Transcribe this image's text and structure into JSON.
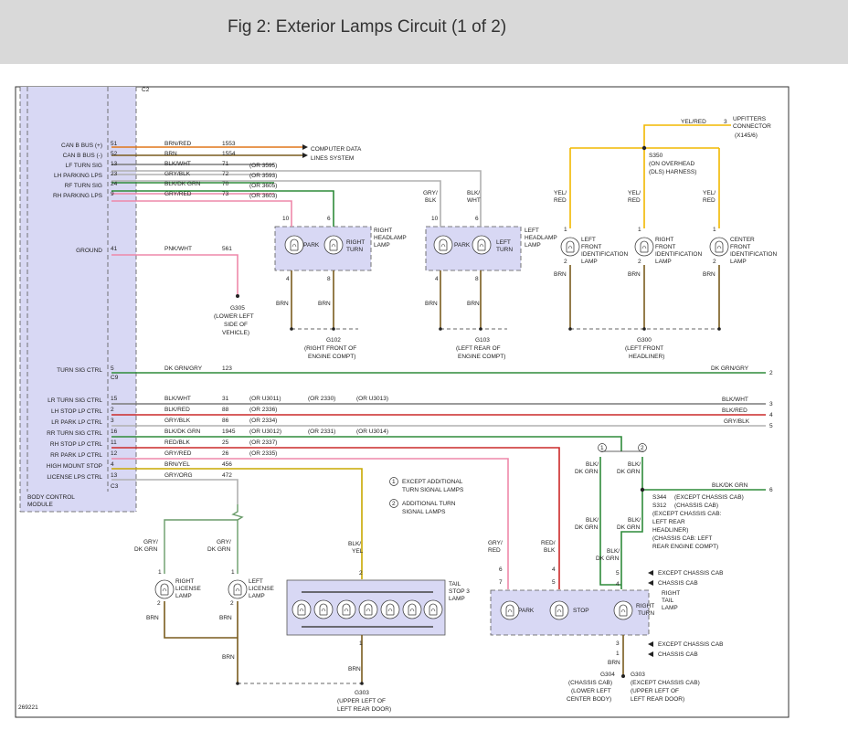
{
  "title": "Fig 2: Exterior Lamps Circuit (1 of 2)",
  "figure_number": "269221",
  "colors": {
    "header_bg": "#d9d9d9",
    "module_fill": "#d8d8f4",
    "wire_brown": "#7a5c1e",
    "wire_orange": "#e0761a",
    "wire_red": "#cc2a2a",
    "wire_green": "#2e8b3a",
    "wire_yellow": "#f2b800",
    "wire_pink": "#ee88aa",
    "wire_gray": "#b0b0b0"
  },
  "module": {
    "name_line1": "BODY CONTROL",
    "name_line2": "MODULE",
    "top_ref": "C2",
    "c9": "C9",
    "c3": "C3",
    "pins": [
      {
        "label": "CAN B BUS (+)",
        "pin": "51",
        "color": "BRN/RED",
        "circuit": "1553",
        "alt": ""
      },
      {
        "label": "CAN B BUS (-)",
        "pin": "52",
        "color": "BRN",
        "circuit": "1554",
        "alt": ""
      },
      {
        "label": "LF TURN SIG",
        "pin": "13",
        "color": "BLK/WHT",
        "circuit": "71",
        "alt": "(OR 3595)"
      },
      {
        "label": "LH PARKING LPS",
        "pin": "23",
        "color": "GRY/BLK",
        "circuit": "72",
        "alt": "(OR 3593)"
      },
      {
        "label": "RF TURN SIG",
        "pin": "24",
        "color": "BLK/DK GRN",
        "circuit": "70",
        "alt": "(OR 3605)"
      },
      {
        "label": "RH PARKING LPS",
        "pin": "9",
        "color": "GRY/RED",
        "circuit": "73",
        "alt": "(OR 3603)"
      },
      {
        "label": "GROUND",
        "pin": "41",
        "color": "PNK/WHT",
        "circuit": "561",
        "alt": ""
      },
      {
        "label": "TURN SIG CTRL",
        "pin": "5",
        "color": "DK GRN/GRY",
        "circuit": "123",
        "alt": ""
      },
      {
        "label": "LR TURN SIG CTRL",
        "pin": "15",
        "color": "BLK/WHT",
        "circuit": "31",
        "alt": "(OR U3011)",
        "alt2": "(OR 2330)",
        "alt3": "(OR U3013)"
      },
      {
        "label": "LH STOP LP CTRL",
        "pin": "2",
        "color": "BLK/RED",
        "circuit": "88",
        "alt": "(OR 2336)"
      },
      {
        "label": "LR PARK LP CTRL",
        "pin": "3",
        "color": "GRY/BLK",
        "circuit": "86",
        "alt": "(OR 2334)"
      },
      {
        "label": "RR TURN SIG CTRL",
        "pin": "16",
        "color": "BLK/DK GRN",
        "circuit": "1945",
        "alt": "(OR U3012)",
        "alt2": "(OR 2331)",
        "alt3": "(OR U3014)"
      },
      {
        "label": "RH STOP LP CTRL",
        "pin": "11",
        "color": "RED/BLK",
        "circuit": "25",
        "alt": "(OR 2337)"
      },
      {
        "label": "RR PARK LP CTRL",
        "pin": "12",
        "color": "GRY/RED",
        "circuit": "26",
        "alt": "(OR 2335)"
      },
      {
        "label": "HIGH MOUNT STOP",
        "pin": "4",
        "color": "BRN/YEL",
        "circuit": "456",
        "alt": ""
      },
      {
        "label": "LICENSE LPS CTRL",
        "pin": "13",
        "color": "GRY/ORG",
        "circuit": "472",
        "alt": ""
      }
    ]
  },
  "computer_data": {
    "line1": "COMPUTER DATA",
    "line2": "LINES SYSTEM"
  },
  "g305": {
    "name": "G305",
    "l1": "(LOWER LEFT",
    "l2": "SIDE OF",
    "l3": "VEHICLE)"
  },
  "right_headlamp": {
    "pin_a": "10",
    "pin_b": "6",
    "pin_c": "4",
    "pin_d": "8",
    "park": "PARK",
    "turn_l1": "RIGHT",
    "turn_l2": "TURN",
    "label1": "RIGHT",
    "label2": "HEADLAMP",
    "label3": "LAMP",
    "brn": "BRN"
  },
  "left_headlamp": {
    "wire_a1": "GRY/",
    "wire_a2": "BLK",
    "wire_b1": "BLK/",
    "wire_b2": "WHT",
    "pin_a": "10",
    "pin_b": "6",
    "pin_c": "4",
    "pin_d": "8",
    "park": "PARK",
    "turn_l1": "LEFT",
    "turn_l2": "TURN",
    "label1": "LEFT",
    "label2": "HEADLAMP",
    "label3": "LAMP",
    "brn": "BRN"
  },
  "g102": {
    "name": "G102",
    "l1": "(RIGHT FRONT OF",
    "l2": "ENGINE COMPT)"
  },
  "g103": {
    "name": "G103",
    "l1": "(LEFT REAR OF",
    "l2": "ENGINE COMPT)"
  },
  "upfitters": {
    "color": "YEL/RED",
    "pin": "3",
    "l1": "UPFITTERS",
    "l2": "CONNECTOR",
    "l3": "(X145/6)"
  },
  "s350": {
    "name": "S350",
    "l1": "(ON OVERHEAD",
    "l2": "(DLS) HARNESS)"
  },
  "ident_lamps": [
    {
      "wire1": "YEL/",
      "wire2": "RED",
      "pin1": "1",
      "pin2": "2",
      "l1": "LEFT",
      "l2": "FRONT",
      "l3": "IDENTIFICATION",
      "l4": "LAMP",
      "brn": "BRN"
    },
    {
      "wire1": "YEL/",
      "wire2": "RED",
      "pin1": "1",
      "pin2": "2",
      "l1": "RIGHT",
      "l2": "FRONT",
      "l3": "IDENTIFICATION",
      "l4": "LAMP",
      "brn": "BRN"
    },
    {
      "wire1": "YEL/",
      "wire2": "RED",
      "pin1": "1",
      "pin2": "2",
      "l1": "CENTER",
      "l2": "FRONT",
      "l3": "IDENTIFICATION",
      "l4": "LAMP",
      "brn": "BRN"
    }
  ],
  "g300": {
    "name": "G300",
    "l1": "(LEFT FRONT",
    "l2": "HEADLINER)"
  },
  "right_edge": {
    "turn_sig": {
      "color": "DK GRN/GRY",
      "num": "2"
    },
    "lr_turn": {
      "color": "BLK/WHT",
      "num": "3"
    },
    "lh_stop": {
      "color": "BLK/RED",
      "num": "4"
    },
    "lr_park": {
      "color": "GRY/BLK",
      "num": "5"
    },
    "rr_turn": {
      "color": "BLK/DK GRN",
      "num": "6"
    }
  },
  "notes": {
    "n1_num": "1",
    "n1_l1": "EXCEPT ADDITIONAL",
    "n1_l2": "TURN SIGNAL LAMPS",
    "n2_num": "2",
    "n2_l1": "ADDITIONAL TURN",
    "n2_l2": "SIGNAL LAMPS"
  },
  "license_lamps": [
    {
      "wire1": "GRY/",
      "wire2": "DK GRN",
      "pin1": "1",
      "pin2": "2",
      "l1": "RIGHT",
      "l2": "LICENSE",
      "l3": "LAMP",
      "brn": "BRN"
    },
    {
      "wire1": "GRY/",
      "wire2": "DK GRN",
      "pin1": "1",
      "pin2": "2",
      "l1": "LEFT",
      "l2": "LICENSE",
      "l3": "LAMP",
      "brn": "BRN"
    }
  ],
  "license_brn": "BRN",
  "tail_stop3": {
    "wire1": "BLK/",
    "wire2": "YEL",
    "pin_top": "2",
    "pin_bot": "1",
    "l1": "TAIL",
    "l2": "STOP 3",
    "l3": "LAMP",
    "brn": "BRN"
  },
  "g303": {
    "name": "G303",
    "l1": "(UPPER LEFT OF",
    "l2": "LEFT REAR DOOR)"
  },
  "splice_options": {
    "opt1": "1",
    "opt2": "2",
    "a1": "BLK/",
    "a2": "DK GRN",
    "b1": "BLK/",
    "b2": "DK GRN",
    "c1": "BLK/",
    "c2": "DK GRN",
    "d1": "BLK/",
    "d2": "DK GRN",
    "e1": "BLK/",
    "e2": "DK GRN"
  },
  "s344": {
    "l1": "S344",
    "l1b": "(EXCEPT CHASSIS CAB)",
    "l2": "S312",
    "l2b": "(CHASSIS CAB)",
    "l3": "(EXCEPT CHASSIS CAB:",
    "l4": "LEFT REAR",
    "l5": "HEADLINER)",
    "l6": "(CHASSIS CAB: LEFT",
    "l7": "REAR ENGINE COMPT)"
  },
  "right_tail": {
    "wire_park1": "GRY/",
    "wire_park2": "RED",
    "wire_stop1": "RED/",
    "wire_stop2": "BLK",
    "pin_park": "7",
    "pin_stop": "5",
    "pin_turn_a": "5",
    "pin_turn_b": "4",
    "park_top_pin": "6",
    "stop_top_pin": "4",
    "park": "PARK",
    "stop": "STOP",
    "turn_l1": "RIGHT",
    "turn_l2": "TURN",
    "label1": "RIGHT",
    "label2": "TAIL",
    "label3": "LAMP",
    "except_cc": "EXCEPT CHASSIS CAB",
    "cc": "CHASSIS CAB",
    "gnd_pin_a": "3",
    "gnd_pin_b": "1",
    "except_cc2": "EXCEPT CHASSIS CAB",
    "cc2": "CHASSIS CAB",
    "brn": "BRN"
  },
  "g304": {
    "name": "G304",
    "l1": "(CHASSIS CAB)",
    "l2": "(LOWER LEFT",
    "l3": "CENTER BODY)"
  },
  "g303b": {
    "name": "G303",
    "l1": "(EXCEPT CHASSIS CAB)",
    "l2": "(UPPER LEFT OF",
    "l3": "LEFT REAR DOOR)"
  }
}
